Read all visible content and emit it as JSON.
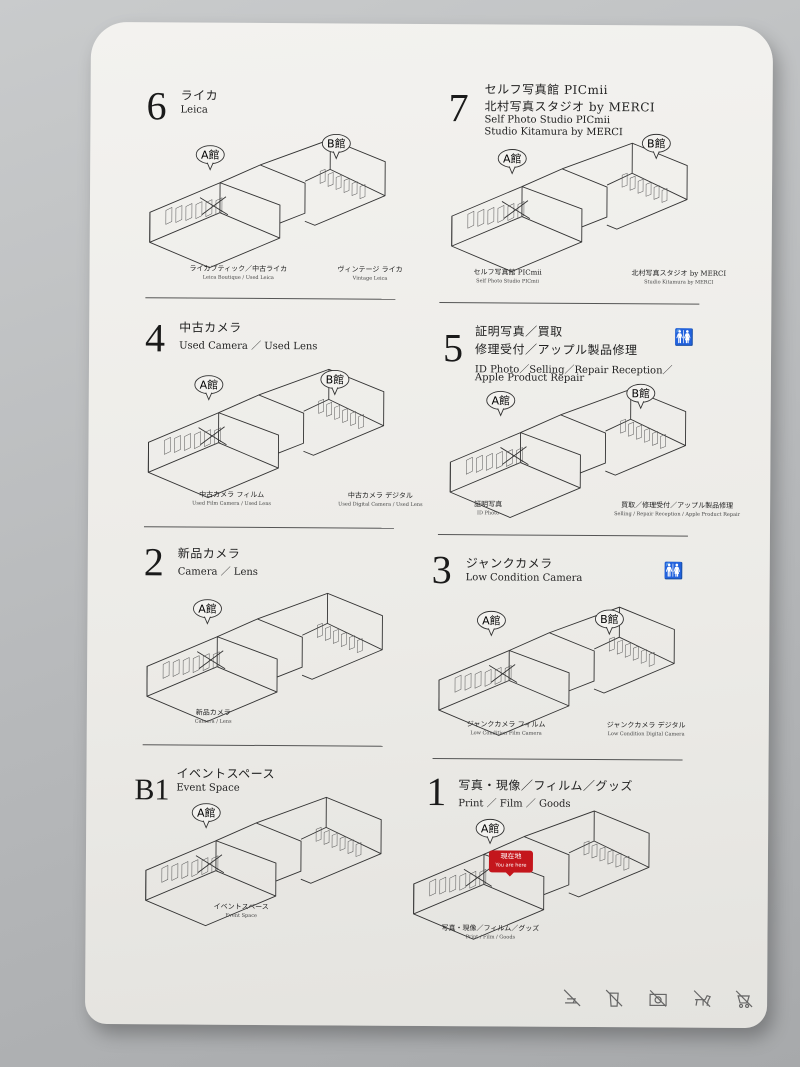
{
  "floors": [
    {
      "id": "f6",
      "number": "6",
      "title_jp": "ライカ",
      "title_en": "Leica",
      "buildings": [
        "A館",
        "B館"
      ],
      "captions": [
        {
          "jp": "ライカブティック／中古ライカ",
          "en": "Leica Boutique / Used Leica"
        },
        {
          "jp": "ヴィンテージ ライカ",
          "en": "Vintage Leica"
        }
      ]
    },
    {
      "id": "f7",
      "number": "7",
      "title_jp": "セルフ写真館 PICmii",
      "title_jp2": "北村写真スタジオ by MERCI",
      "title_en": "Self Photo Studio PICmii",
      "title_en2": "Studio Kitamura by MERCI",
      "buildings": [
        "A館",
        "B館"
      ],
      "captions": [
        {
          "jp": "セルフ写真館 PICmii",
          "en": "Self Photo Studio PICmii"
        },
        {
          "jp": "北村写真スタジオ by MERCI",
          "en": "Studio Kitamura by MERCI"
        }
      ]
    },
    {
      "id": "f4",
      "number": "4",
      "title_jp": "中古カメラ",
      "title_en": "Used Camera ／ Used Lens",
      "buildings": [
        "A館",
        "B館"
      ],
      "captions": [
        {
          "jp": "中古カメラ フィルム",
          "en": "Used Film Camera / Used Lens"
        },
        {
          "jp": "中古カメラ デジタル",
          "en": "Used Digital Camera / Used Lens"
        }
      ]
    },
    {
      "id": "f5",
      "number": "5",
      "title_jp": "証明写真／買取",
      "title_jp2": "修理受付／アップル製品修理",
      "title_en": "ID Photo／Selling／Repair Reception／",
      "title_en2": "Apple Product Repair",
      "buildings": [
        "A館",
        "B館"
      ],
      "captions": [
        {
          "jp": "証明写真",
          "en": "ID Photo"
        },
        {
          "jp": "買取／修理受付／アップル製品修理",
          "en": "Selling / Repair Reception / Apple Product Repair"
        }
      ]
    },
    {
      "id": "f2",
      "number": "2",
      "title_jp": "新品カメラ",
      "title_en": "Camera ／ Lens",
      "buildings": [
        "A館"
      ],
      "captions": [
        {
          "jp": "新品カメラ",
          "en": "Camera / Lens"
        }
      ]
    },
    {
      "id": "f3",
      "number": "3",
      "title_jp": "ジャンクカメラ",
      "title_en": "Low Condition Camera",
      "buildings": [
        "A館",
        "B館"
      ],
      "captions": [
        {
          "jp": "ジャンクカメラ フィルム",
          "en": "Low Condition Film Camera"
        },
        {
          "jp": "ジャンクカメラ デジタル",
          "en": "Low Condition Digital Camera"
        }
      ]
    },
    {
      "id": "fb1",
      "number": "B1",
      "title_jp": "イベントスペース",
      "title_en": "Event Space",
      "buildings": [
        "A館"
      ],
      "captions": [
        {
          "jp": "イベントスペース",
          "en": "Event Space"
        }
      ]
    },
    {
      "id": "f1",
      "number": "1",
      "title_jp": "写真・現像／フィルム／グッズ",
      "title_en": "Print ／ Film ／ Goods",
      "buildings": [
        "A館"
      ],
      "captions": [
        {
          "jp": "写真・現像／フィルム／グッズ",
          "en": "Print / Film / Goods"
        }
      ]
    }
  ],
  "you_are_here": {
    "jp": "現在地",
    "en": "You are here",
    "color": "#c4161c"
  },
  "restroom_icon": "restroom-icon",
  "rule_icons": [
    "no-eating-icon",
    "no-drinks-icon",
    "no-photography-icon",
    "no-pets-icon",
    "no-strollers-icon"
  ],
  "colors": {
    "board": "#efeeeb",
    "wall": "#b9bbbd",
    "accent": "#c4161c",
    "ink": "#222222"
  }
}
